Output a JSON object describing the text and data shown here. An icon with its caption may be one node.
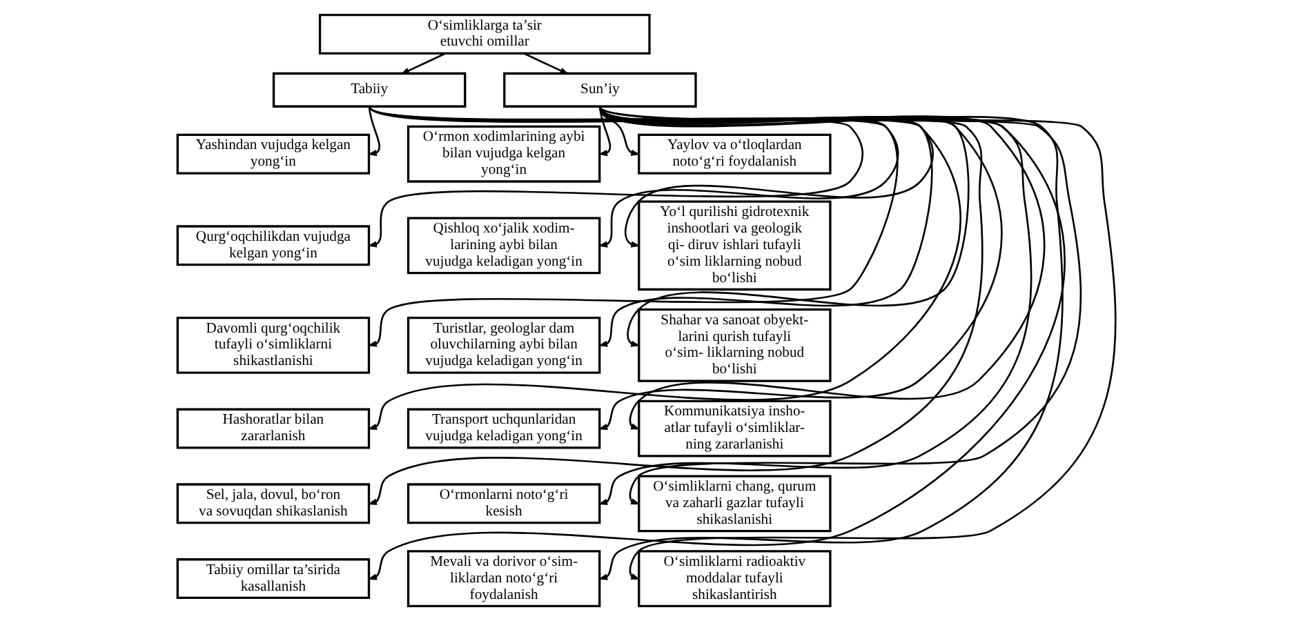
{
  "diagram": {
    "nodes": [
      {
        "text": [
          "O‘simliklarga ta’sir etuvchi omillar"
        ]
      },
      {
        "text": [
          "Tabiiy"
        ]
      },
      {
        "text": [
          "Sun’iy"
        ]
      },
      {
        "text": [
          "Yashindan vujudga kelgan yong‘in"
        ]
      },
      {
        "text": [
          "Qurg‘oqchilikdan vujudga kelgan yong‘in"
        ]
      },
      {
        "text": [
          "Davomli qurg‘oqchilik tufayli o‘simliklarni shikastlanishi"
        ]
      },
      {
        "text": [
          "Hashoratlar bilan zararlanish"
        ]
      },
      {
        "text": [
          "Sel, jala, dovul, bo‘ron va sovuqdan shikaslanish"
        ]
      },
      {
        "text": [
          "Tabiiy omillar ta’sirida kasallanish"
        ]
      },
      {
        "text": [
          "O‘rmon xodimlarining aybi bilan vujudga kelgan yong‘in"
        ]
      },
      {
        "text": [
          "Qishloq xo‘jalik xodim- larining aybi bilan vujudga keladigan yong‘in"
        ]
      },
      {
        "text": [
          "Turistlar, geologlar dam oluvchilarning aybi bilan vujudga keladigan yong‘in"
        ]
      },
      {
        "text": [
          "Transport uchqunlaridan vujudga keladigan yong‘in"
        ]
      },
      {
        "text": [
          "O‘rmonlarni noto‘g‘ri kesish"
        ]
      },
      {
        "text": [
          "Mevali va dorivor o‘sim- liklardan noto‘g‘ri foydalanish"
        ]
      },
      {
        "text": [
          "Yaylov va o‘tloqlardan noto‘g‘ri foydalanish"
        ]
      },
      {
        "text": [
          "Yo‘l qurilishi gidrotexnik inshootlari va geologik qi- diruv ishlari tufayli o‘sim liklarning nobud bo‘lishi"
        ]
      },
      {
        "text": [
          "Shahar va sanoat obyekt- larini qurish tufayli o‘sim- liklarning nobud bo‘lishi"
        ]
      },
      {
        "text": [
          "Kommunikatsiya insho- atlar tufayli o‘simliklar- ning zararlanishi"
        ]
      },
      {
        "text": [
          "O‘simliklarni chang, qurum va zaharli gazlar tufayli shikaslanishi"
        ]
      },
      {
        "text": [
          "O‘simliklarni radioaktiv moddalar tufayli shikaslantirish"
        ]
      }
    ],
    "edges": [
      {
        "from": 0,
        "to": 1,
        "arrow": "to"
      },
      {
        "from": 0,
        "to": 2,
        "arrow": "to"
      },
      {
        "from": 1,
        "to": 3,
        "arrow": "to"
      },
      {
        "from": 1,
        "to": 4,
        "arrow": "to"
      },
      {
        "from": 1,
        "to": 5,
        "arrow": "to"
      },
      {
        "from": 1,
        "to": 6,
        "arrow": "to"
      },
      {
        "from": 1,
        "to": 7,
        "arrow": "to"
      },
      {
        "from": 1,
        "to": 8,
        "arrow": "to"
      },
      {
        "from": 2,
        "to": 9,
        "arrow": "to"
      },
      {
        "from": 2,
        "to": 10,
        "arrow": "to"
      },
      {
        "from": 2,
        "to": 11,
        "arrow": "to"
      },
      {
        "from": 2,
        "to": 12,
        "arrow": "to"
      },
      {
        "from": 2,
        "to": 13,
        "arrow": "to"
      },
      {
        "from": 2,
        "to": 14,
        "arrow": "to"
      },
      {
        "from": 2,
        "to": 15,
        "arrow": "to"
      },
      {
        "from": 2,
        "to": 16,
        "arrow": "to"
      },
      {
        "from": 2,
        "to": 17,
        "arrow": "to"
      },
      {
        "from": 2,
        "to": 18,
        "arrow": "to"
      },
      {
        "from": 2,
        "to": 19,
        "arrow": "to"
      },
      {
        "from": 2,
        "to": 20,
        "arrow": "to"
      }
    ]
  }
}
